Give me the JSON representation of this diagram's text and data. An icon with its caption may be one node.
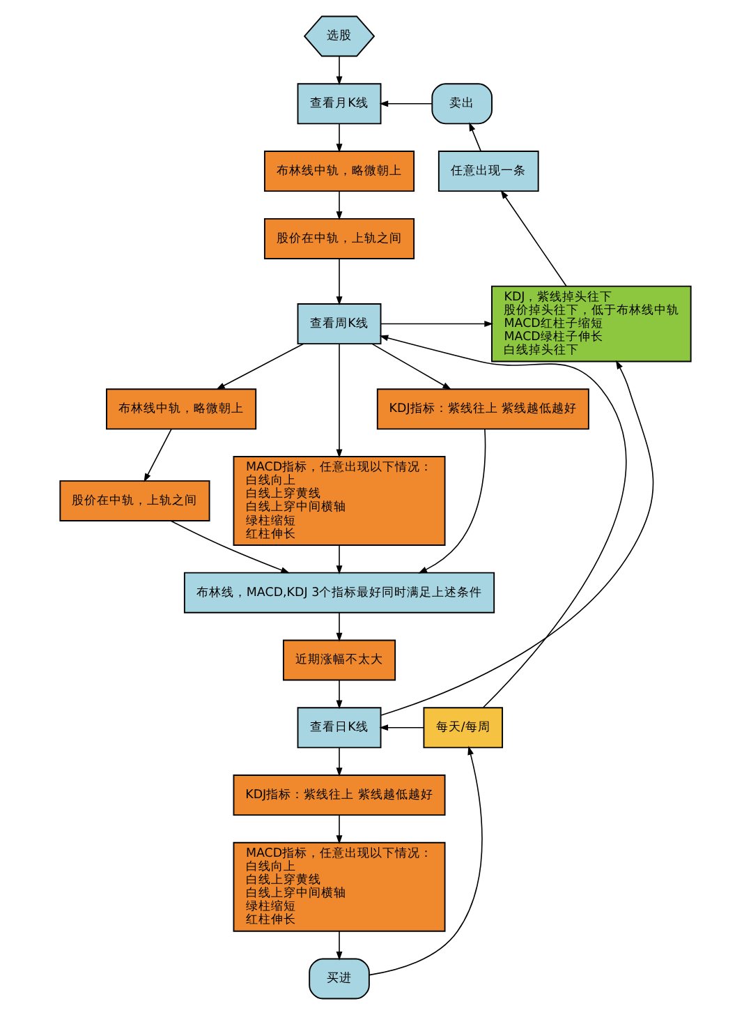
{
  "diagram": {
    "nodes": [
      {
        "text": [
          "选股"
        ]
      },
      {
        "text": [
          "查看月K线"
        ]
      },
      {
        "text": [
          "布林线中轨，略微朝上"
        ]
      },
      {
        "text": [
          "股价在中轨，上轨之间"
        ]
      },
      {
        "text": [
          "卖出"
        ]
      },
      {
        "text": [
          "任意出现一条"
        ]
      },
      {
        "text": [
          "KDJ，紫线掉头往下",
          "股价掉头往下，低于布林线中轨",
          "MACD红柱子缩短",
          "MACD绿柱子伸长",
          "白线掉头往下"
        ]
      },
      {
        "text": [
          "查看周K线"
        ]
      },
      {
        "text": [
          "布林线中轨，略微朝上"
        ]
      },
      {
        "text": [
          "股价在中轨，上轨之间"
        ]
      },
      {
        "text": [
          "MACD指标，任意出现以下情况：",
          "白线向上",
          "白线上穿黄线",
          "白线上穿中间横轴",
          "绿柱缩短",
          "红柱伸长"
        ]
      },
      {
        "text": [
          "KDJ指标：紫线往上 紫线越低越好"
        ]
      },
      {
        "text": [
          "布林线，MACD,KDJ 3个指标最好同时满足上述条件"
        ]
      },
      {
        "text": [
          "近期涨幅不太大"
        ]
      },
      {
        "text": [
          "每天/每周"
        ]
      },
      {
        "text": [
          "查看日K线"
        ]
      },
      {
        "text": [
          "KDJ指标：紫线往上 紫线越低越好"
        ]
      },
      {
        "text": [
          "MACD指标，任意出现以下情况：",
          "白线向上",
          "白线上穿黄线",
          "白线上穿中间横轴",
          "绿柱缩短",
          "红柱伸长"
        ]
      },
      {
        "text": [
          "买进"
        ]
      }
    ],
    "edges": [
      {
        "from": 0,
        "to": 1,
        "arrow": "to"
      },
      {
        "from": 4,
        "to": 1,
        "arrow": "to"
      },
      {
        "from": 1,
        "to": 2,
        "arrow": "to"
      },
      {
        "from": 2,
        "to": 3,
        "arrow": "to"
      },
      {
        "from": 3,
        "to": 7,
        "arrow": "to"
      },
      {
        "from": 5,
        "to": 4,
        "arrow": "to"
      },
      {
        "from": 6,
        "to": 5,
        "arrow": "to"
      },
      {
        "from": 7,
        "to": 6,
        "arrow": "to"
      },
      {
        "from": 7,
        "to": 8,
        "arrow": "to"
      },
      {
        "from": 7,
        "to": 10,
        "arrow": "to"
      },
      {
        "from": 7,
        "to": 11,
        "arrow": "to"
      },
      {
        "from": 8,
        "to": 9,
        "arrow": "to"
      },
      {
        "from": 9,
        "to": 12,
        "arrow": "to"
      },
      {
        "from": 10,
        "to": 12,
        "arrow": "to"
      },
      {
        "from": 11,
        "to": 12,
        "arrow": "to"
      },
      {
        "from": 12,
        "to": 13,
        "arrow": "to"
      },
      {
        "from": 13,
        "to": 15,
        "arrow": "to"
      },
      {
        "from": 14,
        "to": 15,
        "arrow": "to"
      },
      {
        "from": 14,
        "to": 7,
        "arrow": "to"
      },
      {
        "from": 15,
        "to": 6,
        "arrow": "to"
      },
      {
        "from": 15,
        "to": 16,
        "arrow": "to"
      },
      {
        "from": 16,
        "to": 17,
        "arrow": "to"
      },
      {
        "from": 17,
        "to": 18,
        "arrow": "to"
      },
      {
        "from": 18,
        "to": 14,
        "arrow": "to"
      }
    ]
  }
}
